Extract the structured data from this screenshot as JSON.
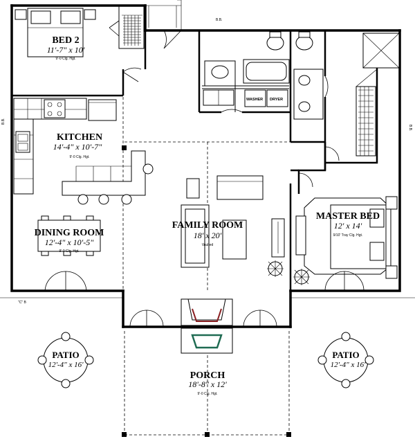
{
  "rooms": {
    "bed2": {
      "name": "BED 2",
      "dims": "11'-7\" x 10'",
      "note": "9'-0 Clg. Hgt."
    },
    "kitchen": {
      "name": "KITCHEN",
      "dims": "14'-4\" x 10'-7\"",
      "note": "9'-0 Clg. Hgt."
    },
    "dining": {
      "name": "DINING ROOM",
      "dims": "12'-4\" x 10'-5\"",
      "note": "9'-0 Clg. Hgt."
    },
    "family": {
      "name": "FAMILY ROOM",
      "dims": "18' x 20'",
      "note": "Vaulted"
    },
    "master": {
      "name": "MASTER BED",
      "dims": "12' x 14'",
      "note": "9/10' Tray Clg. Hgt."
    },
    "patio_left": {
      "name": "PATIO",
      "dims": "12'-4\" x 16'"
    },
    "patio_right": {
      "name": "PATIO",
      "dims": "12'-4\" x 16'"
    },
    "porch": {
      "name": "PORCH",
      "dims": "18'-8\" x 12'",
      "note": "9'-0 Clg. Hgt."
    }
  },
  "fixtures": {
    "washer": "WASHER",
    "dryer": "DRYER"
  },
  "markers": {
    "top": "B.B.",
    "left": "B.B.",
    "right": "B.B.",
    "bottom_left": "\"C\" B"
  }
}
